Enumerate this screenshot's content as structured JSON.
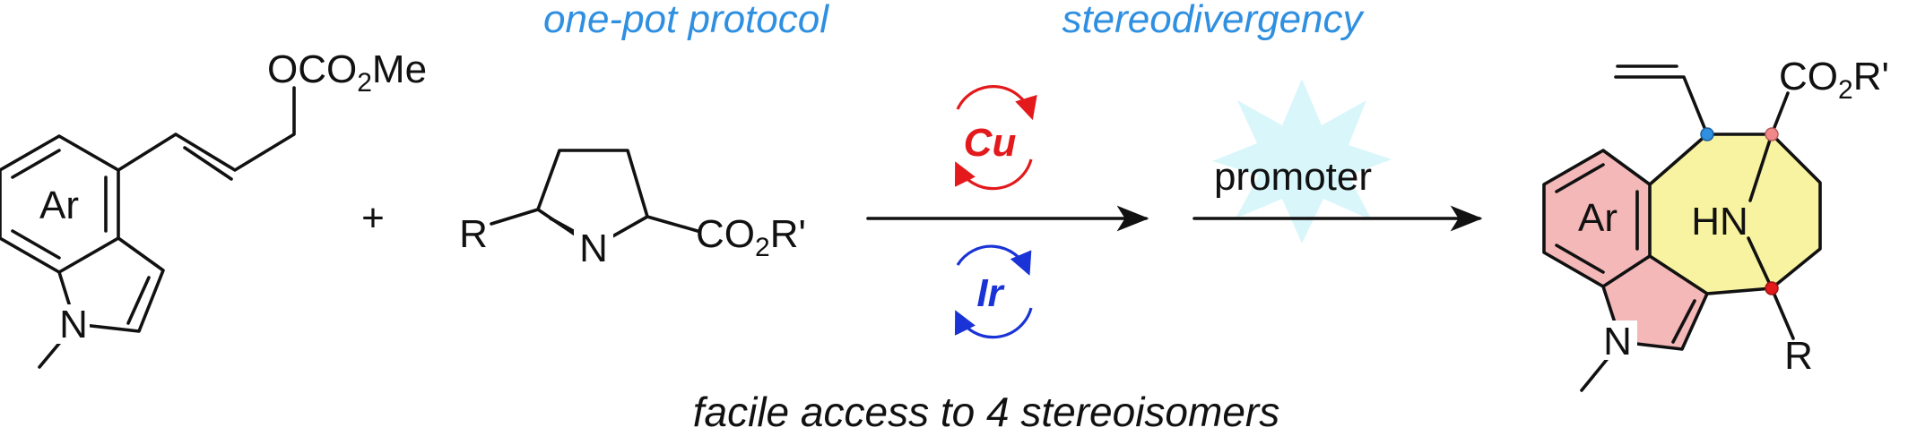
{
  "headers": {
    "one_pot": "one-pot protocol",
    "stereodivergency": "stereodivergency"
  },
  "caption": "facile access to 4 stereoisomers",
  "reagent_left": {
    "ring_label": "Ar",
    "nitrogen": "N",
    "leaving_group_prefix": "OCO",
    "leaving_group_sub": "2",
    "leaving_group_suffix": "Me"
  },
  "plus_sign": "+",
  "reagent_middle": {
    "r_group": "R",
    "nitrogen": "N",
    "ester_prefix": "CO",
    "ester_sub": "2",
    "ester_suffix": "R'"
  },
  "catalysts": {
    "top": "Cu",
    "bottom": "Ir"
  },
  "second_step": "promoter",
  "product": {
    "ring_label": "Ar",
    "amine": "HN",
    "nitrogen": "N",
    "r_group": "R",
    "ester_prefix": "CO",
    "ester_sub": "2",
    "ester_suffix": "R'"
  },
  "colors": {
    "header_blue": "#2f8fe0",
    "cu_red": "#e3191c",
    "ir_blue": "#1a33d6",
    "aromatic_fill": "#f4b8b8",
    "ring_fill": "#f8f3a0",
    "burst_fill": "#d9f6fb",
    "dot_blue": "#2f8fe0",
    "dot_pink": "#f08a8a",
    "dot_red": "#e3191c"
  }
}
